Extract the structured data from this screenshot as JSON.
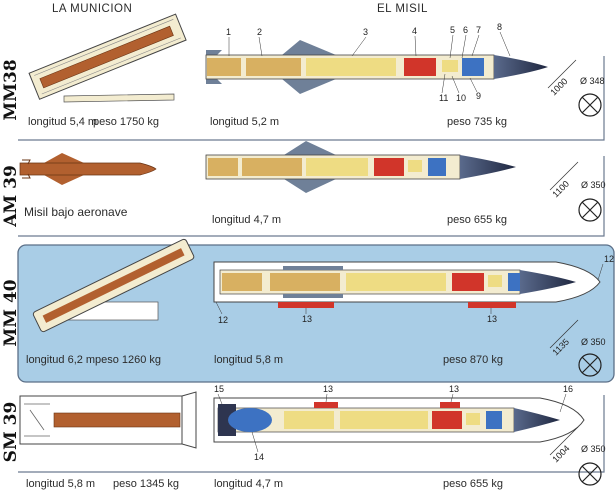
{
  "headers": {
    "munition": "LA MUNICION",
    "missile": "EL MISIL"
  },
  "rows": [
    {
      "label": "MM38",
      "launcher_length": "longitud 5,4 m",
      "launcher_weight": "peso 1750 kg",
      "missile_length": "longitud 5,2 m",
      "missile_weight": "peso 735 kg",
      "span": "1000",
      "diameter": "Ø 348"
    },
    {
      "label": "AM 39",
      "launcher_caption": "Misil bajo aeronave",
      "missile_length": "longitud 4,7 m",
      "missile_weight": "peso 655 kg",
      "span": "1100",
      "diameter": "Ø 350"
    },
    {
      "label": "MM 40",
      "launcher_length": "longitud 6,2 m",
      "launcher_weight": "peso 1260 kg",
      "missile_length": "longitud 5,8 m",
      "missile_weight": "peso 870 kg",
      "span": "1135",
      "diameter": "Ø 350"
    },
    {
      "label": "SM 39",
      "launcher_length": "longitud 5,8 m",
      "launcher_weight": "peso 1345 kg",
      "missile_length": "longitud 4,7 m",
      "missile_weight": "peso 655 kg",
      "span": "1004",
      "diameter": "Ø 350"
    }
  ],
  "callouts": {
    "mm38": [
      "1",
      "2",
      "3",
      "4",
      "5",
      "6",
      "7",
      "8",
      "9",
      "10",
      "11"
    ],
    "mm40": [
      "12",
      "13",
      "12"
    ],
    "mm40_bottom": [
      "13",
      "13"
    ],
    "sm39_top": [
      "15",
      "13",
      "13",
      "16"
    ],
    "sm39_bottom": [
      "14"
    ]
  },
  "colors": {
    "background": "#ffffff",
    "panel": "#a9cde6",
    "panel_border": "#5b6f88",
    "body_light": "#f3ecd0",
    "fuel_yellow": "#eedc83",
    "booster_tan": "#d8b061",
    "warhead_red": "#d1352a",
    "electronics_blue": "#3d72c2",
    "fin_slate": "#6f8098",
    "nose_dark": "#2e3550",
    "launcher_brown": "#b2602f"
  }
}
